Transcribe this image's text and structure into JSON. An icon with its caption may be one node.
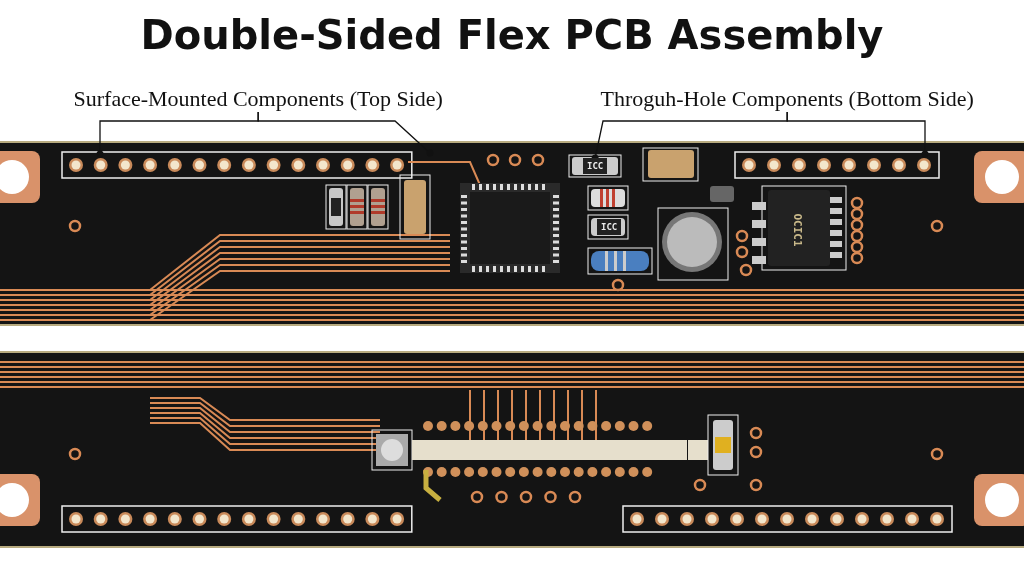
{
  "diagram": {
    "title": "Double-Sided Flex PCB Assembly",
    "nodes": [
      {
        "text": [
          "Surface-Mounted Components (Top Side)"
        ]
      },
      {
        "text": [
          "Throguh-Hole Components (Bottom Side)"
        ]
      },
      {
        "text": [
          "ICC"
        ]
      },
      {
        "text": [
          "ICC"
        ]
      }
    ],
    "edges": [
      {
        "from": 0,
        "to": null,
        "arrow": "other"
      },
      {
        "from": 0,
        "to": null,
        "arrow": "other"
      },
      {
        "from": 1,
        "to": 2,
        "arrow": "other"
      },
      {
        "from": 1,
        "to": null,
        "arrow": "other"
      }
    ],
    "labels": [
      "OCIC1"
    ]
  }
}
